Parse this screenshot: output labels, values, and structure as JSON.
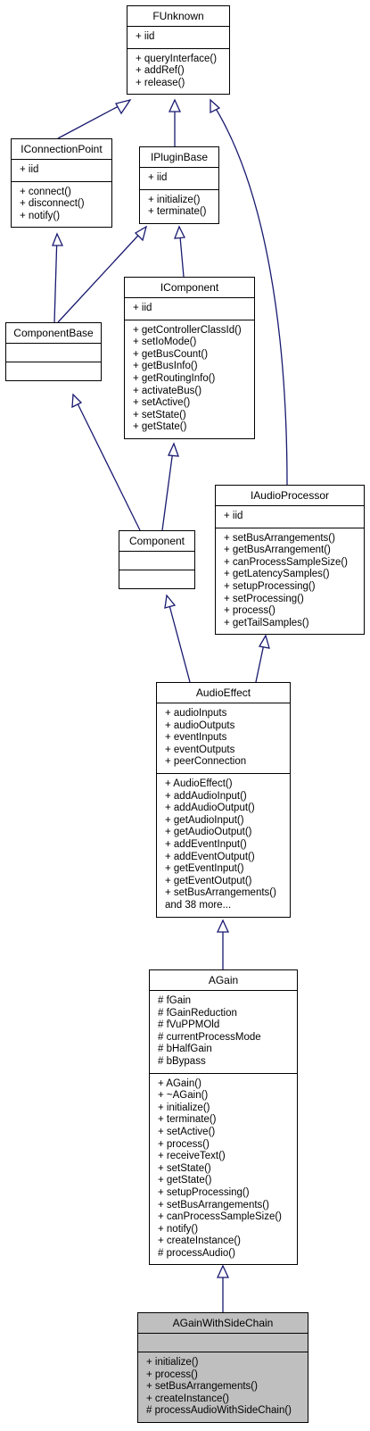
{
  "classes": {
    "funknown": {
      "name": "FUnknown",
      "attributes": [
        "+ iid"
      ],
      "operations": [
        "+ queryInterface()",
        "+ addRef()",
        "+ release()"
      ]
    },
    "iconnectionpoint": {
      "name": "IConnectionPoint",
      "attributes": [
        "+ iid"
      ],
      "operations": [
        "+ connect()",
        "+ disconnect()",
        "+ notify()"
      ]
    },
    "ipluginbase": {
      "name": "IPluginBase",
      "attributes": [
        "+ iid"
      ],
      "operations": [
        "+ initialize()",
        "+ terminate()"
      ]
    },
    "icomponent": {
      "name": "IComponent",
      "attributes": [
        "+ iid"
      ],
      "operations": [
        "+ getControllerClassId()",
        "+ setIoMode()",
        "+ getBusCount()",
        "+ getBusInfo()",
        "+ getRoutingInfo()",
        "+ activateBus()",
        "+ setActive()",
        "+ setState()",
        "+ getState()"
      ]
    },
    "componentbase": {
      "name": "ComponentBase",
      "attributes": [],
      "operations": []
    },
    "iaudioprocessor": {
      "name": "IAudioProcessor",
      "attributes": [
        "+ iid"
      ],
      "operations": [
        "+ setBusArrangements()",
        "+ getBusArrangement()",
        "+ canProcessSampleSize()",
        "+ getLatencySamples()",
        "+ setupProcessing()",
        "+ setProcessing()",
        "+ process()",
        "+ getTailSamples()"
      ]
    },
    "component": {
      "name": "Component",
      "attributes": [],
      "operations": []
    },
    "audioeffect": {
      "name": "AudioEffect",
      "attributes": [
        "+ audioInputs",
        "+ audioOutputs",
        "+ eventInputs",
        "+ eventOutputs",
        "+ peerConnection"
      ],
      "operations": [
        "+ AudioEffect()",
        "+ addAudioInput()",
        "+ addAudioOutput()",
        "+ getAudioInput()",
        "+ getAudioOutput()",
        "+ addEventInput()",
        "+ addEventOutput()",
        "+ getEventInput()",
        "+ getEventOutput()",
        "+ setBusArrangements()",
        "and 38 more..."
      ]
    },
    "again": {
      "name": "AGain",
      "attributes": [
        "# fGain",
        "# fGainReduction",
        "# fVuPPMOld",
        "# currentProcessMode",
        "# bHalfGain",
        "# bBypass"
      ],
      "operations": [
        "+ AGain()",
        "+ ~AGain()",
        "+ initialize()",
        "+ terminate()",
        "+ setActive()",
        "+ process()",
        "+ receiveText()",
        "+ setState()",
        "+ getState()",
        "+ setupProcessing()",
        "+ setBusArrangements()",
        "+ canProcessSampleSize()",
        "+ notify()",
        "+ createInstance()",
        "# processAudio()"
      ]
    },
    "againwithsidechain": {
      "name": "AGainWithSideChain",
      "attributes": [],
      "operations": [
        "+ initialize()",
        "+ process()",
        "+ setBusArrangements()",
        "+ createInstance()",
        "# processAudioWithSideChain()"
      ]
    }
  },
  "colors": {
    "line_navy": "#191970",
    "box_border": "#000000",
    "highlight_fill": "#bfbfbf"
  }
}
